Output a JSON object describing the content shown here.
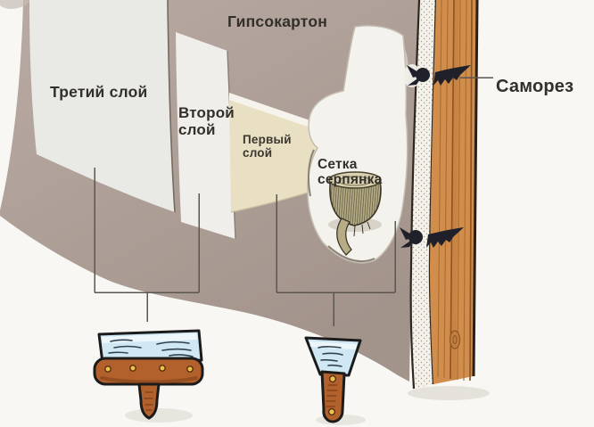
{
  "diagram": {
    "labels": {
      "gypsum_board": "Гипсокартон",
      "third_layer": "Третий слой",
      "second_layer": "Второй слой",
      "first_layer": "Первый слой",
      "mesh": "Сетка серпянка",
      "screw": "Саморез"
    },
    "icons": {
      "wide_putty_knife": "wide-putty-knife",
      "narrow_putty_knife": "narrow-putty-knife",
      "screw_top": "self-tapping-screw",
      "screw_bottom": "self-tapping-screw",
      "mesh_roll": "serpyanka-mesh-roll"
    },
    "colors": {
      "background": "#f8f7f4",
      "wall_face": "#b0a29a",
      "putty_white": "#eceae7",
      "putty_cream": "#e9e0c3",
      "mesh_tan": "#b6ad87",
      "gypsum_core": "#f3f1ea",
      "wood_stud": "#d18d4c",
      "blade_blue": "#cfe8f4",
      "handle_brown": "#b2612c",
      "screw_dark": "#20202a",
      "callout_line": "#5b574f",
      "label_text": "#332f2a"
    }
  }
}
